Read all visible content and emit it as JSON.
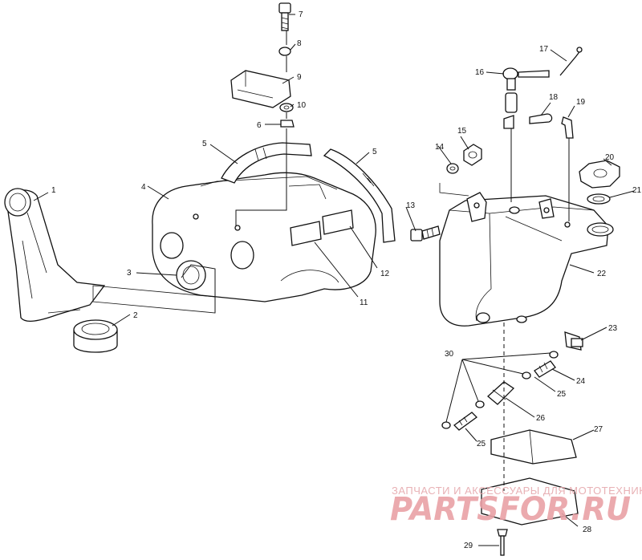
{
  "labels": {
    "l1": "1",
    "l2": "2",
    "l3": "3",
    "l4": "4",
    "l5a": "5",
    "l5b": "5",
    "l6": "6",
    "l7": "7",
    "l8": "8",
    "l9": "9",
    "l10": "10",
    "l11": "11",
    "l12": "12",
    "l13": "13",
    "l14": "14",
    "l15": "15",
    "l16": "16",
    "l17": "17",
    "l18": "18",
    "l19": "19",
    "l20": "20",
    "l21": "21",
    "l22": "22",
    "l23": "23",
    "l24": "24",
    "l25a": "25",
    "l25b": "25",
    "l26": "26",
    "l27": "27",
    "l28": "28",
    "l29": "29",
    "l30": "30"
  },
  "watermark": {
    "tagline": "ЗАПЧАСТИ И АКСЕССУАРЫ ДЛЯ МОТОТЕХНИКИ",
    "logo": "PARTSFOR.RU"
  }
}
